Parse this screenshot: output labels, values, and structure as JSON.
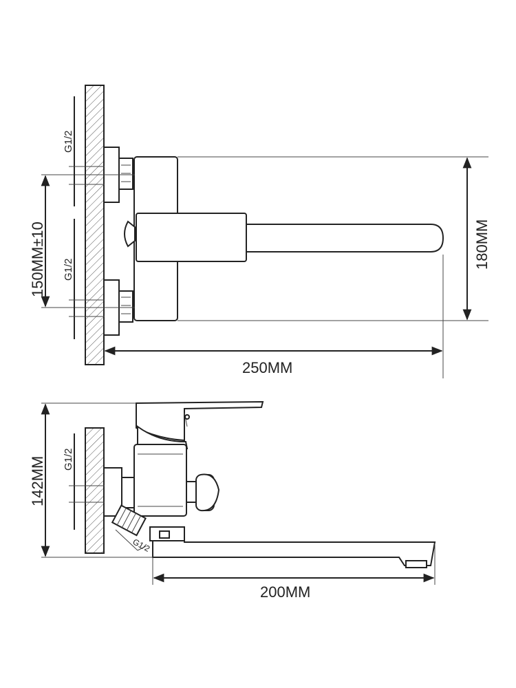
{
  "labels": {
    "thread_top": "G1/2",
    "thread_middle": "G1/2",
    "thread_side": "G1/2",
    "thread_diverter": "G1/2",
    "dim_inlet_spacing": "150MM±10",
    "dim_height_top": "180MM",
    "dim_length_top": "250MM",
    "dim_height_side": "142MM",
    "dim_spout_side": "200MM"
  },
  "colors": {
    "line": "#222222",
    "background": "#ffffff"
  }
}
